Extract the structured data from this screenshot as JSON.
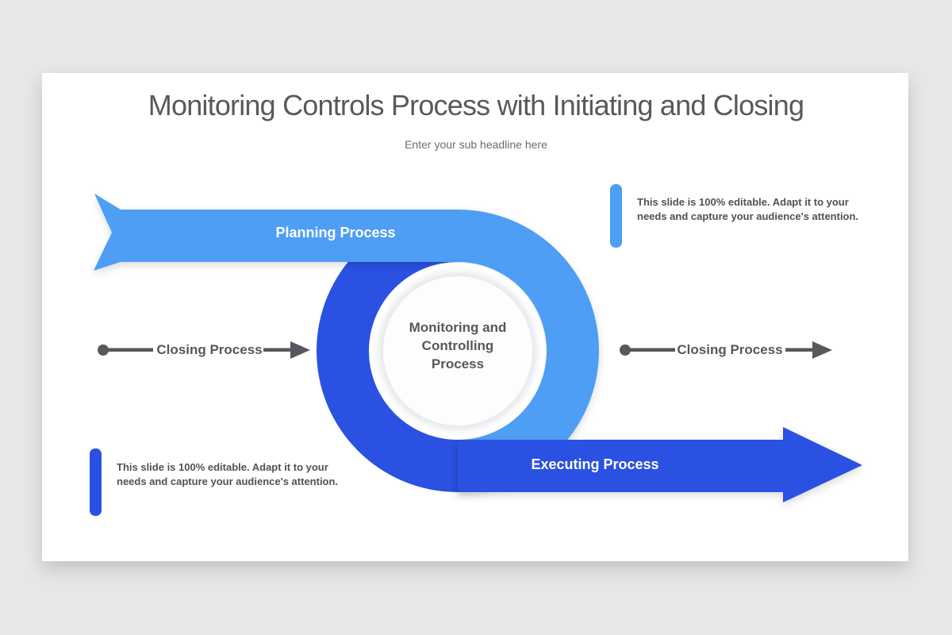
{
  "slide": {
    "title": "Monitoring Controls Process with Initiating and Closing",
    "subtitle": "Enter your sub headline here"
  },
  "diagram": {
    "planning_label": "Planning Process",
    "executing_label": "Executing Process",
    "center_label": "Monitoring and\nControlling\nProcess",
    "left_connector_label": "Closing Process",
    "right_connector_label": "Closing Process"
  },
  "callouts": {
    "top_right_text": "This slide is 100% editable. Adapt it to your needs and capture your audience's attention.",
    "bottom_left_text": "This slide is 100% editable. Adapt it to your needs and capture your audience's attention."
  },
  "colors": {
    "light_blue": "#4D9EF4",
    "dark_blue": "#2A51E2",
    "connector_gray": "#55585C",
    "title_gray": "#58595B",
    "background_gray": "#E8E7E8"
  }
}
